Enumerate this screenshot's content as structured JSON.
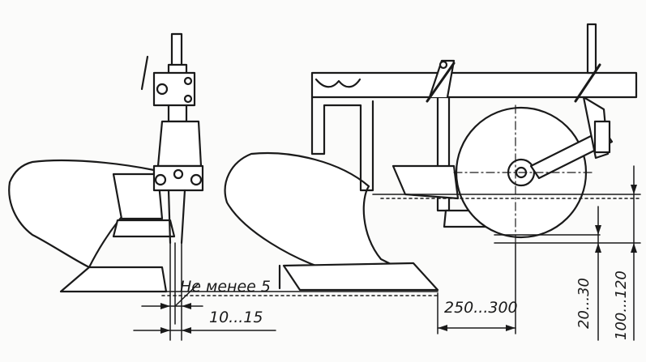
{
  "figure": {
    "labels": {
      "min_clearance": "Не менее 5",
      "overlap": "10...15",
      "disk_offset": "250...300",
      "disk_center_height": "20...30",
      "disk_depth": "100...120"
    }
  }
}
